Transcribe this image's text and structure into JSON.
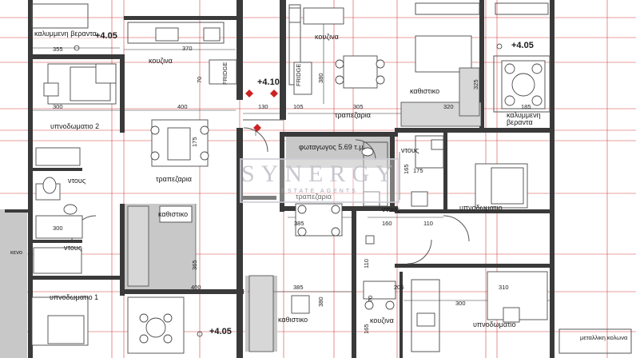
{
  "rooms": {
    "veranda_top": "καλυμμενη βεραντα",
    "level_top_left": "+4.05",
    "kitchen_left": "κουζινα",
    "bedroom2": "υπνοδωματιο 2",
    "dining_left": "τραπεζαρια",
    "shower_left_a": "ντους",
    "living_left": "καθιστικο",
    "shower_left_b": "ντους",
    "bedroom1": "υπνοδωματιο 1",
    "level_bottom_left": "+4.05",
    "fridge_left": "FRIDGE",
    "stairs_level": "+4.10",
    "kitchen_top_mid": "κουζινα",
    "fridge_mid": "FRIDGE",
    "dining_top_right": "τραπεζαρια",
    "living_top_right": "καθιστικο",
    "level_top_right": "+4.05",
    "veranda_right": "καλυμμενη βεραντα",
    "lightwell": "φωταγωγος 5.69 τ.μ.",
    "shower_mid_right": "ντους",
    "dining_mid": "τραπεζαρια",
    "shower_mid": "ντους",
    "bedroom_right": "υπνοδωματιο",
    "living_bottom": "καθιστικο",
    "kitchen_bottom": "κουζινα",
    "bedroom_bottom_right": "υπνοδωματιο",
    "metal_column": "μεταλλικη κολωνα",
    "side_label": "κενο"
  },
  "dimensions": {
    "d355": "355",
    "d370": "370",
    "d400a": "400",
    "d300a": "300",
    "d70": "70",
    "d130": "130",
    "d105": "105",
    "d305": "305",
    "d380a": "380",
    "d320": "320",
    "d325": "325",
    "d185": "185",
    "d175a": "175",
    "d165a": "165",
    "d175b": "175",
    "d385a": "385",
    "d160": "160",
    "d110a": "110",
    "d300b": "300",
    "d365": "365",
    "d400b": "400",
    "d385b": "385",
    "d380b": "380",
    "d110b": "110",
    "d205": "205",
    "d70b": "70",
    "d165b": "165",
    "d310": "310",
    "d300c": "300"
  },
  "watermark": {
    "title": "SYNERGY",
    "subtitle": "ESTATE AGENTS"
  },
  "colors": {
    "wall": "#3a3a3a",
    "grid_line": "#d84040",
    "furniture_fill": "#d7d7d7"
  }
}
